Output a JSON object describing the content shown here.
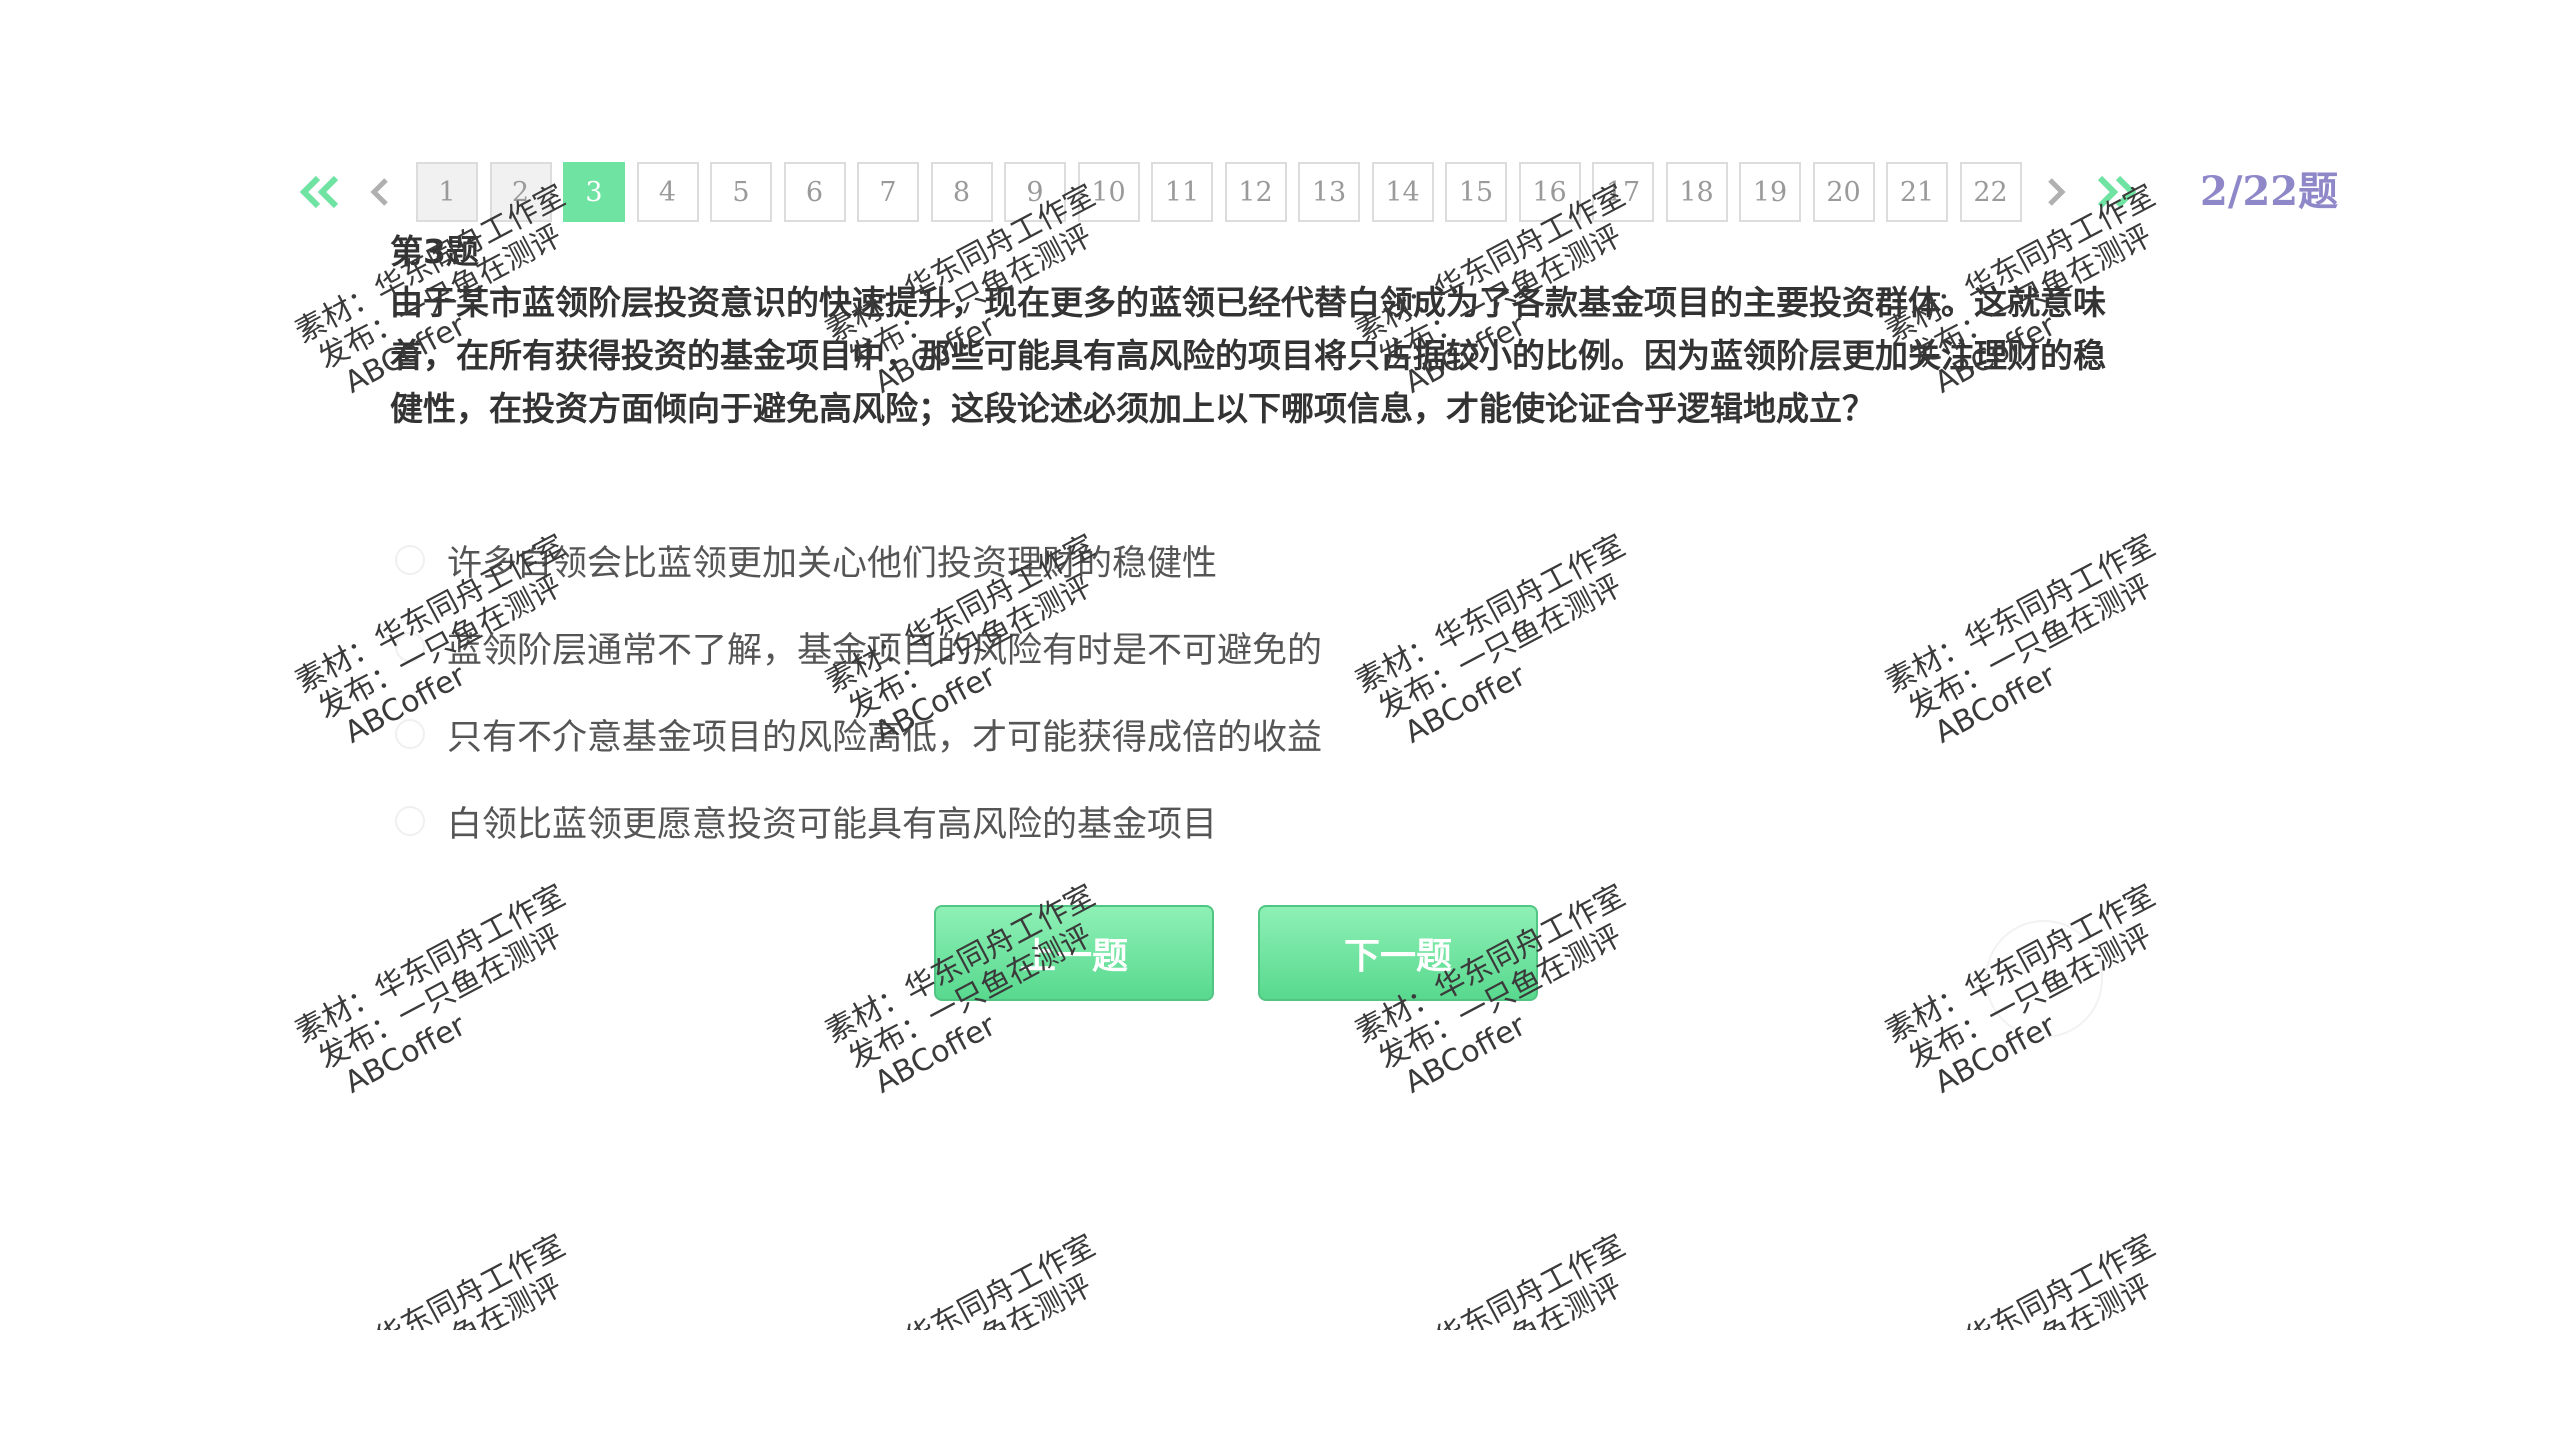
{
  "pagination": {
    "first_icon": "double-chevron-left-icon",
    "prev_icon": "chevron-left-icon",
    "next_icon": "chevron-right-icon",
    "last_icon": "double-chevron-right-icon",
    "pages": [
      "1",
      "2",
      "3",
      "4",
      "5",
      "6",
      "7",
      "8",
      "9",
      "10",
      "11",
      "12",
      "13",
      "14",
      "15",
      "16",
      "17",
      "18",
      "19",
      "20",
      "21",
      "22"
    ],
    "visited": [
      "1",
      "2"
    ],
    "current": "3",
    "progress": "2/22题"
  },
  "question": {
    "number": "第3题",
    "text": "由于某市蓝领阶层投资意识的快速提升，现在更多的蓝领已经代替白领成为了各款基金项目的主要投资群体。这就意味着，在所有获得投资的基金项目中，那些可能具有高风险的项目将只占据较小的比例。因为蓝领阶层更加关注理财的稳健性，在投资方面倾向于避免高风险；这段论述必须加上以下哪项信息，才能使论证合乎逻辑地成立？",
    "options": [
      "许多白领会比蓝领更加关心他们投资理财的稳健性",
      "蓝领阶层通常不了解，基金项目的风险有时是不可避免的",
      "只有不介意基金项目的风险高低，才可能获得成倍的收益",
      "白领比蓝领更愿意投资可能具有高风险的基金项目"
    ]
  },
  "nav": {
    "prev_label": "上一题",
    "next_label": "下一题"
  },
  "watermark": {
    "line1": "素材：华东同舟工作室",
    "line2": "发布：一只鱼在测评",
    "line3": "ABCoffer"
  },
  "colors": {
    "accent": "#6fe3a2",
    "progress": "#8e88c9",
    "button": "#5cdc92"
  }
}
